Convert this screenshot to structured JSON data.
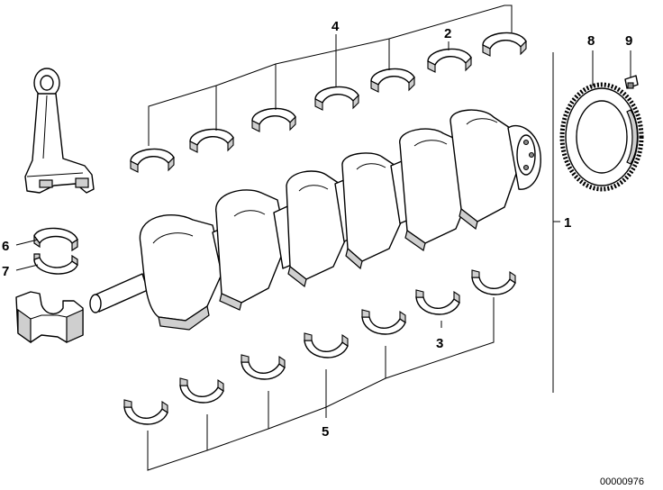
{
  "callouts": {
    "c1": "1",
    "c2": "2",
    "c3": "3",
    "c4": "4",
    "c5": "5",
    "c6": "6",
    "c7": "7",
    "c8": "8",
    "c9": "9"
  },
  "document_id": "00000976",
  "parts": {
    "crankshaft": "crankshaft-icon",
    "connecting_rod": "connecting-rod-icon",
    "upper_bearing_shells": "bearing-shell-icon",
    "lower_bearing_shells": "bearing-shell-icon",
    "thrust_bearing": "thrust-bearing-icon",
    "rod_bearing_upper": "rod-bearing-icon",
    "rod_bearing_lower": "rod-bearing-icon",
    "rod_cap": "rod-cap-icon",
    "flywheel_ring": "ring-gear-icon",
    "bolt": "bolt-icon"
  },
  "colors": {
    "line": "#000000",
    "background": "#ffffff",
    "shade": "#cfcfcf"
  }
}
